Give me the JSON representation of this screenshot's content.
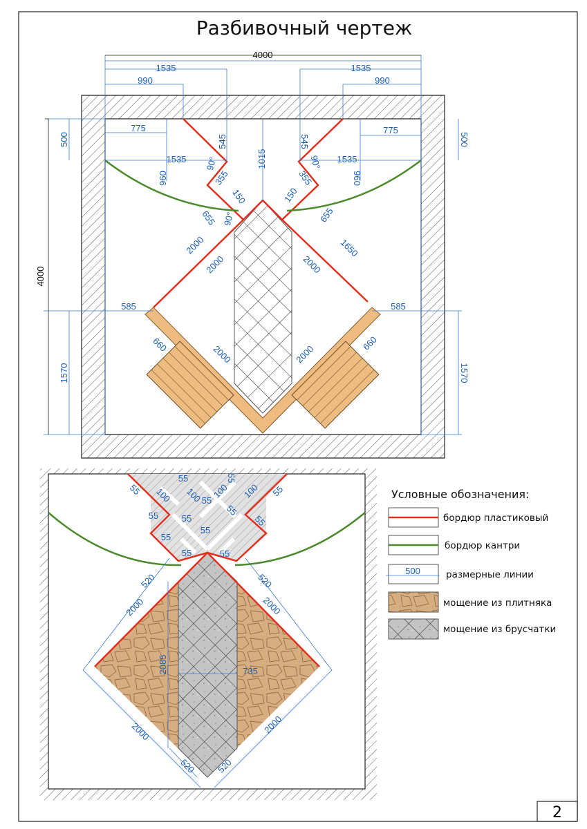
{
  "title": "Разбивочный чертеж",
  "page_number": "2",
  "colors": {
    "plastic_border": "#e0301e",
    "country_border": "#4a8a2a",
    "dimension": "#1a5fb4",
    "flagstone": "#d7ae82",
    "paving": "#bdbdbd",
    "deck": "#e8b87a"
  },
  "top_plan": {
    "dims": [
      "4000",
      "1535",
      "990",
      "1535",
      "990",
      "775",
      "775",
      "500",
      "500",
      "545",
      "545",
      "1015",
      "1535",
      "1535",
      "960",
      "960",
      "90°",
      "90°",
      "90°",
      "355",
      "355",
      "150",
      "150",
      "655",
      "655",
      "2000",
      "2000",
      "2000",
      "1650",
      "585",
      "585",
      "660",
      "660",
      "2000",
      "2000",
      "1570",
      "1570",
      "4000"
    ]
  },
  "bottom_plan": {
    "dims": [
      "55",
      "55",
      "55",
      "100",
      "100",
      "55",
      "100",
      "100",
      "55",
      "55",
      "55",
      "55",
      "55",
      "55",
      "55",
      "55",
      "55",
      "520",
      "520",
      "2000",
      "2000",
      "2085",
      "735",
      "2000",
      "2000",
      "520",
      "520"
    ]
  },
  "legend": {
    "title": "Условные обозначения:",
    "items": [
      {
        "label": "бордюр пластиковый"
      },
      {
        "label": "бордюр кантри"
      },
      {
        "label": "размерные линии",
        "sample_value": "500"
      },
      {
        "label": "мощение из плитняка"
      },
      {
        "label": "мощение из брусчатки"
      }
    ]
  }
}
